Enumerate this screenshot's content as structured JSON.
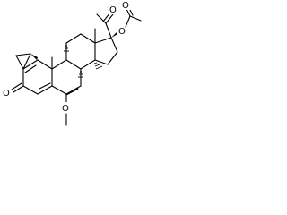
{
  "molecule": {
    "atoms": {
      "ketone_oxygen": "O",
      "methoxy_oxygen": "O",
      "acetate_ester_oxygen": "O",
      "acetate_carbonyl_oxygen": "O",
      "acetyl_carbonyl_oxygen": "O"
    },
    "colors": {
      "bond": "#000000",
      "background": "#ffffff"
    }
  }
}
